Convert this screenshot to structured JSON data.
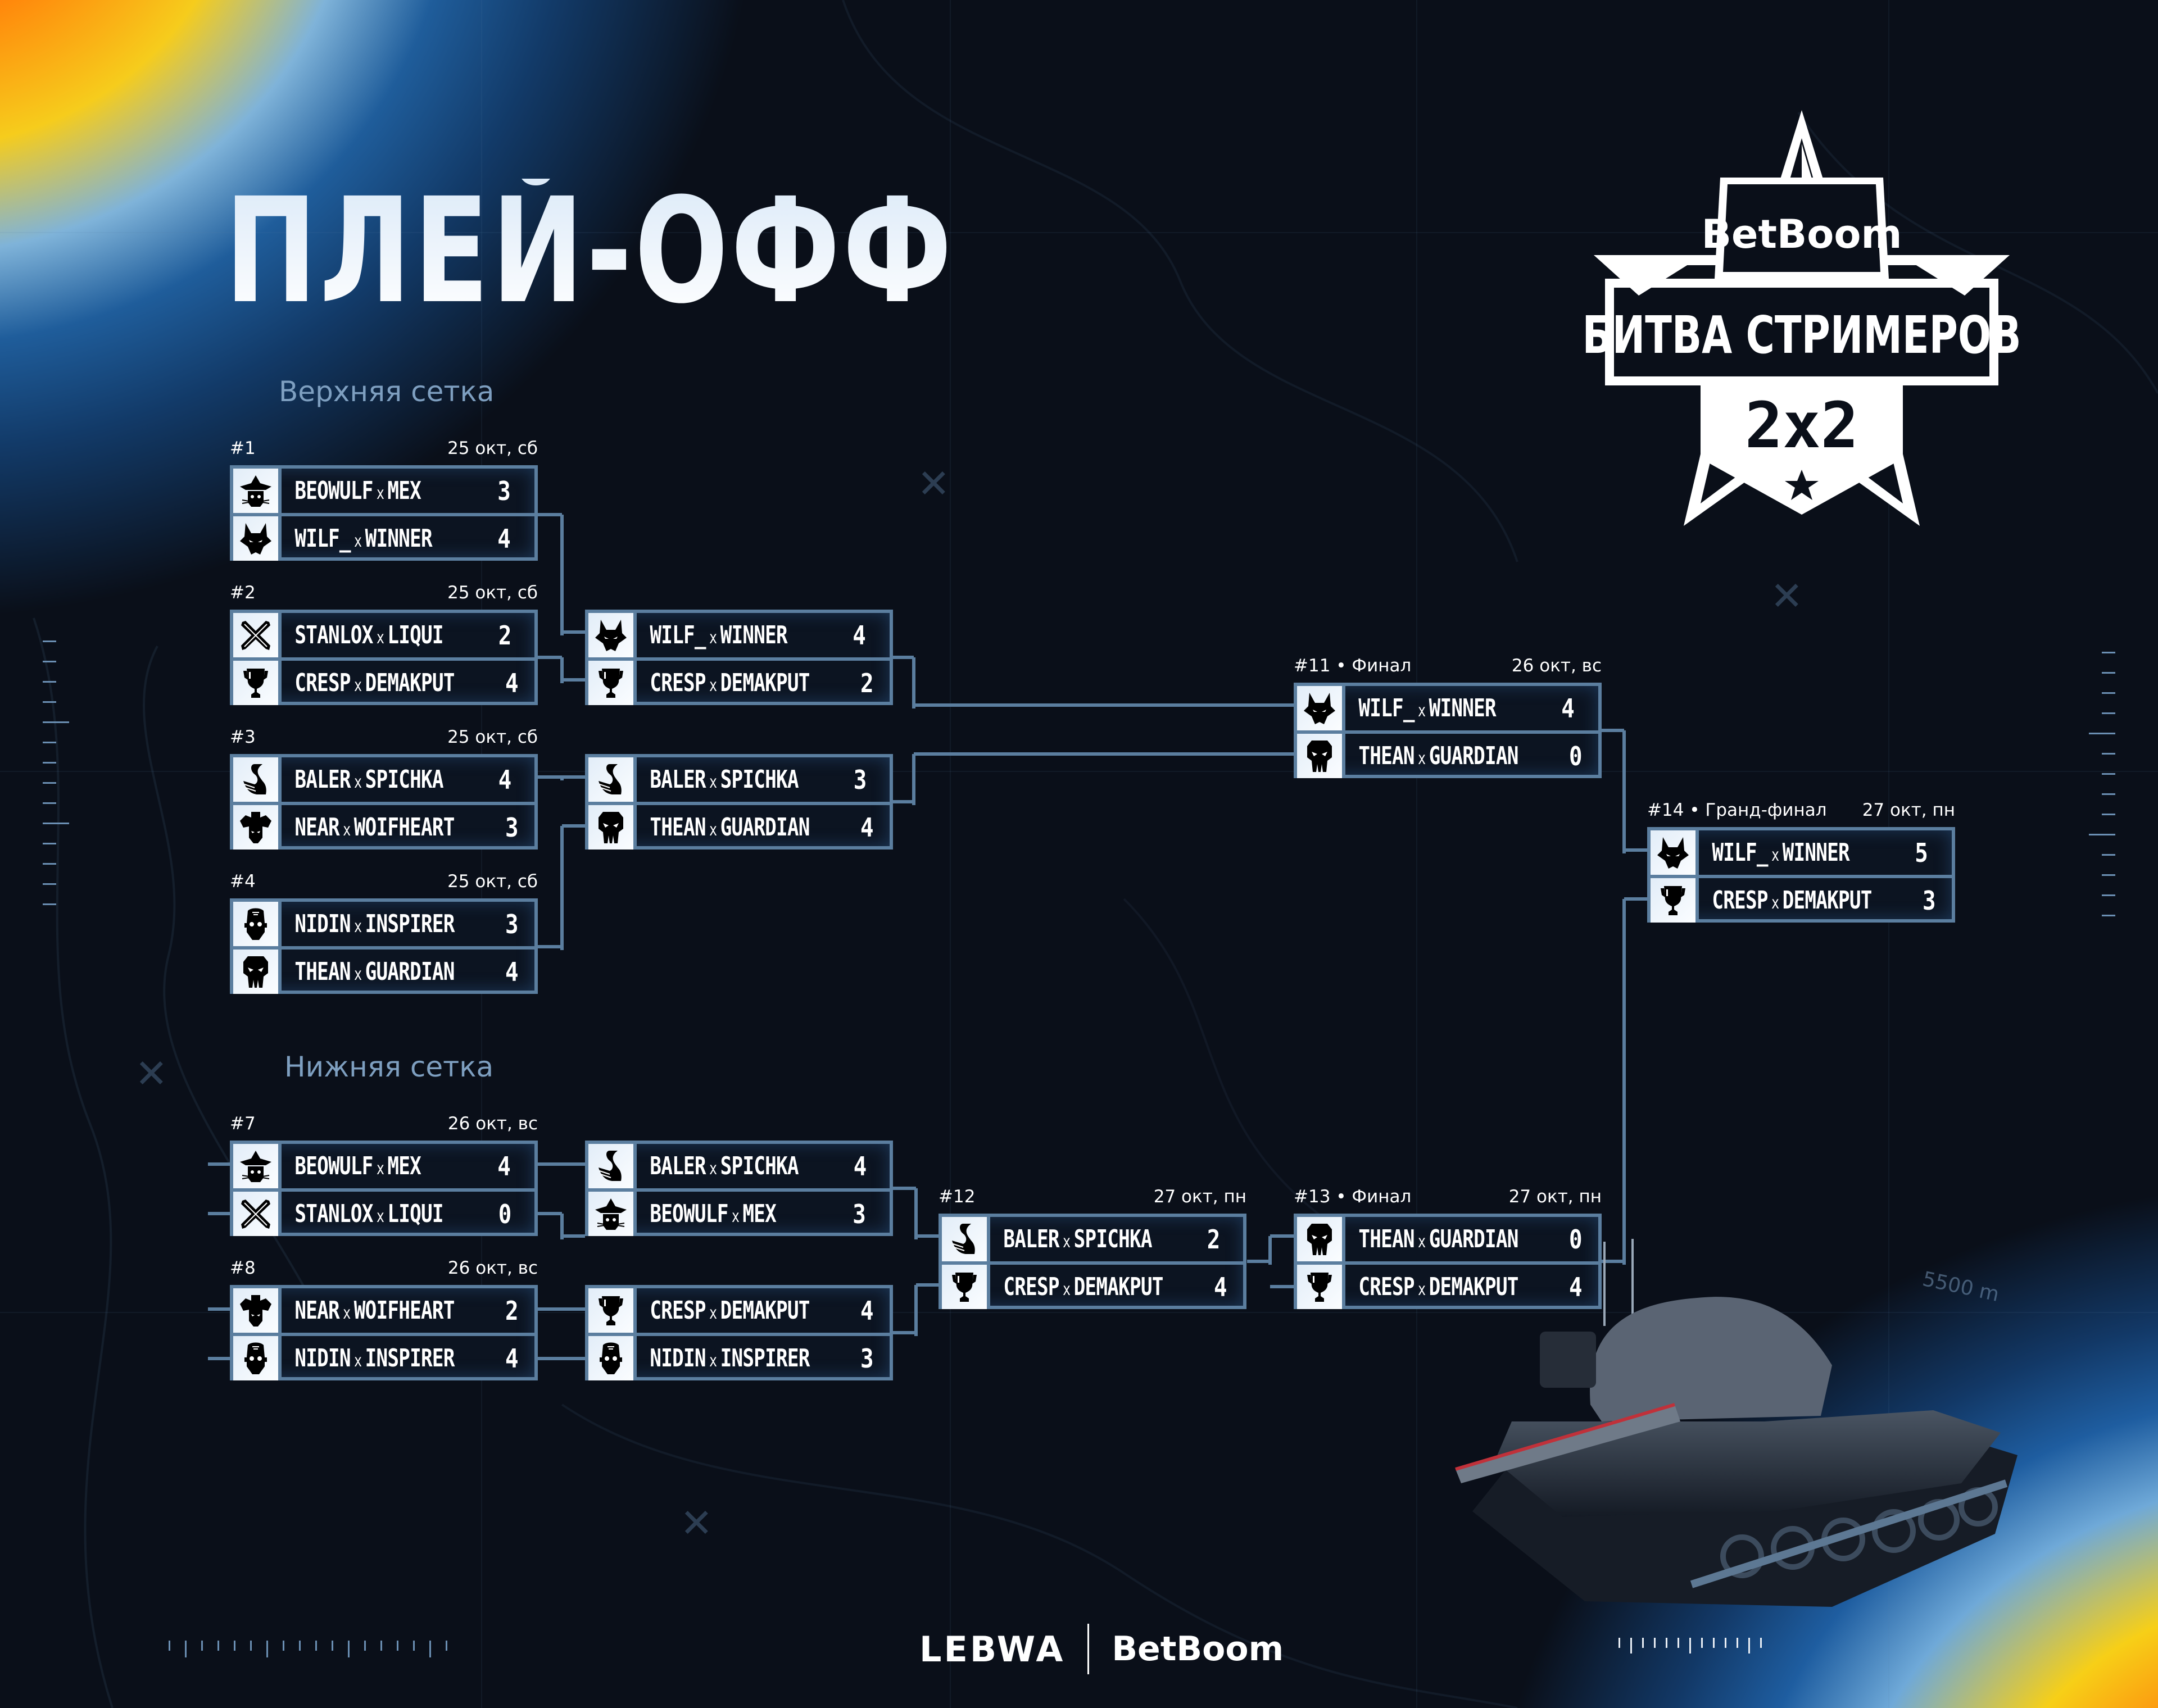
{
  "title": "ПЛЕЙ-ОФФ",
  "logo": {
    "brand": "BetBoom",
    "event": "БИТВА СТРИМЕРОВ",
    "format": "2x2"
  },
  "sections": {
    "upper": "Верхняя сетка",
    "lower": "Нижняя сетка"
  },
  "separator": "x",
  "matches": [
    {
      "id": "#1",
      "stage": "",
      "date": "25 окт, сб",
      "teams": [
        {
          "p1": "BEOWULF",
          "p2": "MEX",
          "icon": "sombrero-cat-icon",
          "score": "3"
        },
        {
          "p1": "WILF_",
          "p2": "WINNER",
          "icon": "wolf-icon",
          "score": "4"
        }
      ]
    },
    {
      "id": "#2",
      "stage": "",
      "date": "25 окт, сб",
      "teams": [
        {
          "p1": "STANLOX",
          "p2": "LIQUI",
          "icon": "crossed-swords-icon",
          "score": "2"
        },
        {
          "p1": "CRESP",
          "p2": "DEMAKPUT",
          "icon": "trophy-icon",
          "score": "4"
        }
      ]
    },
    {
      "id": "#3",
      "stage": "",
      "date": "25 окт, сб",
      "teams": [
        {
          "p1": "BALER",
          "p2": "SPICHKA",
          "icon": "swan-icon",
          "score": "4"
        },
        {
          "p1": "NEAR",
          "p2": "WOIFHEART",
          "icon": "muscle-skull-icon",
          "score": "3"
        }
      ]
    },
    {
      "id": "#4",
      "stage": "",
      "date": "25 окт, сб",
      "teams": [
        {
          "p1": "NIDIN",
          "p2": "INSPIRER",
          "icon": "bearded-man-icon",
          "score": "3"
        },
        {
          "p1": "THEAN",
          "p2": "GUARDIAN",
          "icon": "skull-icon",
          "score": "4"
        }
      ]
    },
    {
      "id": "",
      "stage": "",
      "date": "",
      "teams": [
        {
          "p1": "WILF_",
          "p2": "WINNER",
          "icon": "wolf-icon",
          "score": "4"
        },
        {
          "p1": "CRESP",
          "p2": "DEMAKPUT",
          "icon": "trophy-icon",
          "score": "2"
        }
      ]
    },
    {
      "id": "",
      "stage": "",
      "date": "",
      "teams": [
        {
          "p1": "BALER",
          "p2": "SPICHKA",
          "icon": "swan-icon",
          "score": "3"
        },
        {
          "p1": "THEAN",
          "p2": "GUARDIAN",
          "icon": "skull-icon",
          "score": "4"
        }
      ]
    },
    {
      "id": "#11",
      "stage": "Финал",
      "date": "26 окт, вс",
      "teams": [
        {
          "p1": "WILF_",
          "p2": "WINNER",
          "icon": "wolf-icon",
          "score": "4"
        },
        {
          "p1": "THEAN",
          "p2": "GUARDIAN",
          "icon": "skull-icon",
          "score": "0"
        }
      ]
    },
    {
      "id": "#14",
      "stage": "Гранд-финал",
      "date": "27 окт, пн",
      "teams": [
        {
          "p1": "WILF_",
          "p2": "WINNER",
          "icon": "wolf-icon",
          "score": "5"
        },
        {
          "p1": "CRESP",
          "p2": "DEMAKPUT",
          "icon": "trophy-icon",
          "score": "3"
        }
      ]
    },
    {
      "id": "#7",
      "stage": "",
      "date": "26 окт, вс",
      "teams": [
        {
          "p1": "BEOWULF",
          "p2": "MEX",
          "icon": "sombrero-cat-icon",
          "score": "4"
        },
        {
          "p1": "STANLOX",
          "p2": "LIQUI",
          "icon": "crossed-swords-icon",
          "score": "0"
        }
      ]
    },
    {
      "id": "#8",
      "stage": "",
      "date": "26 окт, вс",
      "teams": [
        {
          "p1": "NEAR",
          "p2": "WOIFHEART",
          "icon": "muscle-skull-icon",
          "score": "2"
        },
        {
          "p1": "NIDIN",
          "p2": "INSPIRER",
          "icon": "bearded-man-icon",
          "score": "4"
        }
      ]
    },
    {
      "id": "",
      "stage": "",
      "date": "",
      "teams": [
        {
          "p1": "BALER",
          "p2": "SPICHKA",
          "icon": "swan-icon",
          "score": "4"
        },
        {
          "p1": "BEOWULF",
          "p2": "MEX",
          "icon": "sombrero-cat-icon",
          "score": "3"
        }
      ]
    },
    {
      "id": "",
      "stage": "",
      "date": "",
      "teams": [
        {
          "p1": "CRESP",
          "p2": "DEMAKPUT",
          "icon": "trophy-icon",
          "score": "4"
        },
        {
          "p1": "NIDIN",
          "p2": "INSPIRER",
          "icon": "bearded-man-icon",
          "score": "3"
        }
      ]
    },
    {
      "id": "#12",
      "stage": "",
      "date": "27 окт, пн",
      "teams": [
        {
          "p1": "BALER",
          "p2": "SPICHKA",
          "icon": "swan-icon",
          "score": "2"
        },
        {
          "p1": "CRESP",
          "p2": "DEMAKPUT",
          "icon": "trophy-icon",
          "score": "4"
        }
      ]
    },
    {
      "id": "#13",
      "stage": "Финал",
      "date": "27 окт, пн",
      "teams": [
        {
          "p1": "THEAN",
          "p2": "GUARDIAN",
          "icon": "skull-icon",
          "score": "0"
        },
        {
          "p1": "CRESP",
          "p2": "DEMAKPUT",
          "icon": "trophy-icon",
          "score": "4"
        }
      ]
    }
  ],
  "map_marker": "5500 m",
  "footer": {
    "partner": "LEBWA",
    "sponsor": "BetBoom"
  },
  "colors": {
    "border": "#5b7e9f",
    "section": "#7e9fc0",
    "box_bg": "#0c1421"
  }
}
